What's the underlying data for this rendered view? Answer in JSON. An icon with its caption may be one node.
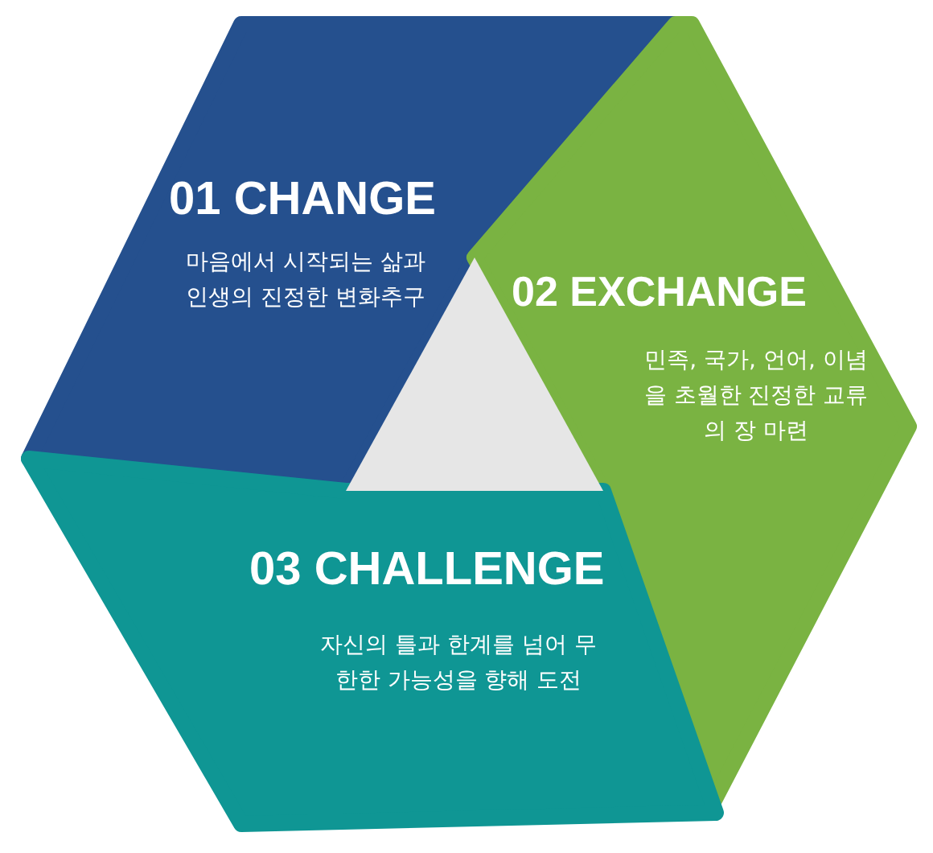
{
  "diagram": {
    "nodes": [
      {
        "text": [
          "01 CHANGE",
          "마음에서 시작되는 삶과 인생의 진정한 변화추구"
        ]
      },
      {
        "text": [
          "02 EXCHANGE",
          "민족, 국가, 언어, 이념을 초월한 진정한 교류의 장 마련"
        ]
      },
      {
        "text": [
          "03 CHALLENGE",
          "자신의 틀과 한계를 넘어 무한한 가능성을 향해 도전"
        ]
      },
      {
        "text": [],
        "shape": "triangle"
      }
    ]
  }
}
